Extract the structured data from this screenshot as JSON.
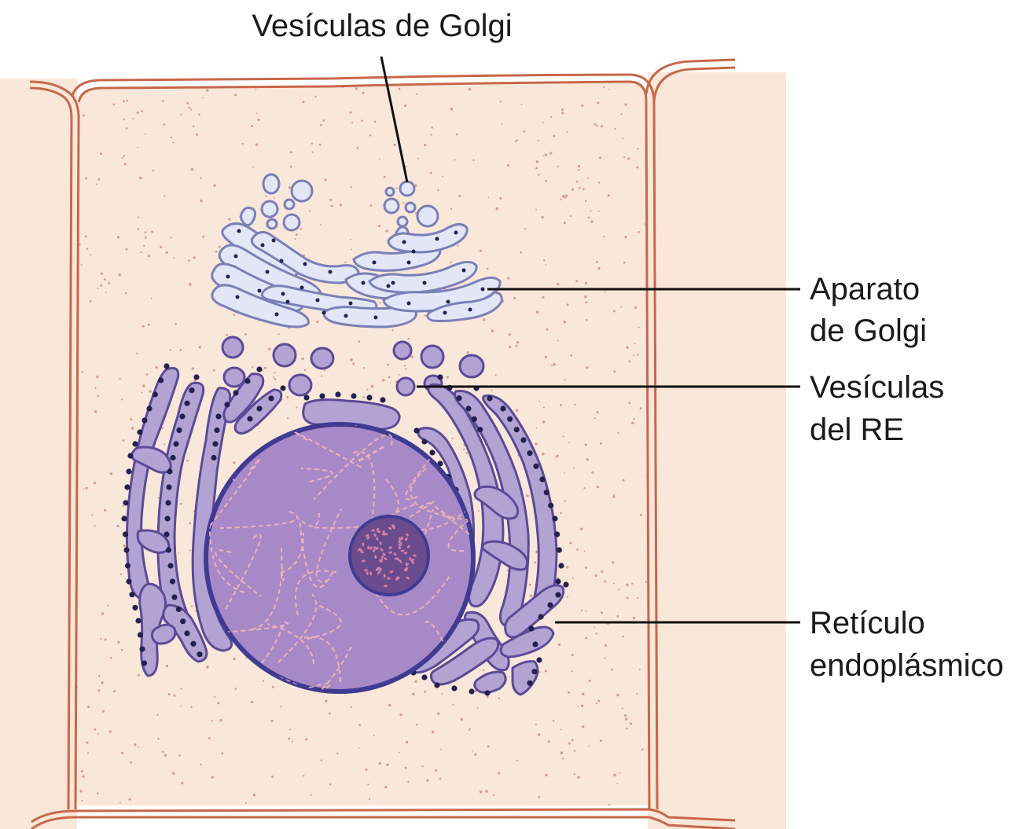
{
  "labels": {
    "golgi_vesicles": "Vesículas de Golgi",
    "golgi_apparatus_line1": "Aparato",
    "golgi_apparatus_line2": "de Golgi",
    "er_vesicles_line1": "Vesículas",
    "er_vesicles_line2": "del RE",
    "er_line1": "Retículo",
    "er_line2": "endoplásmico"
  },
  "colors": {
    "cytoplasm": "#f9e7da",
    "cell_wall": "#c8674a",
    "golgi_fill": "#e3e6f6",
    "golgi_stroke": "#7a7fb8",
    "er_fill": "#b3a3d3",
    "er_stroke": "#5b4a96",
    "ribosome": "#23214e",
    "nucleus_fill": "#a889c8",
    "nucleus_stroke": "#3f3b92",
    "chromatin": "#f2b8b0",
    "nucleolus_fill": "#6a4c8e",
    "leader_line": "#111111"
  }
}
